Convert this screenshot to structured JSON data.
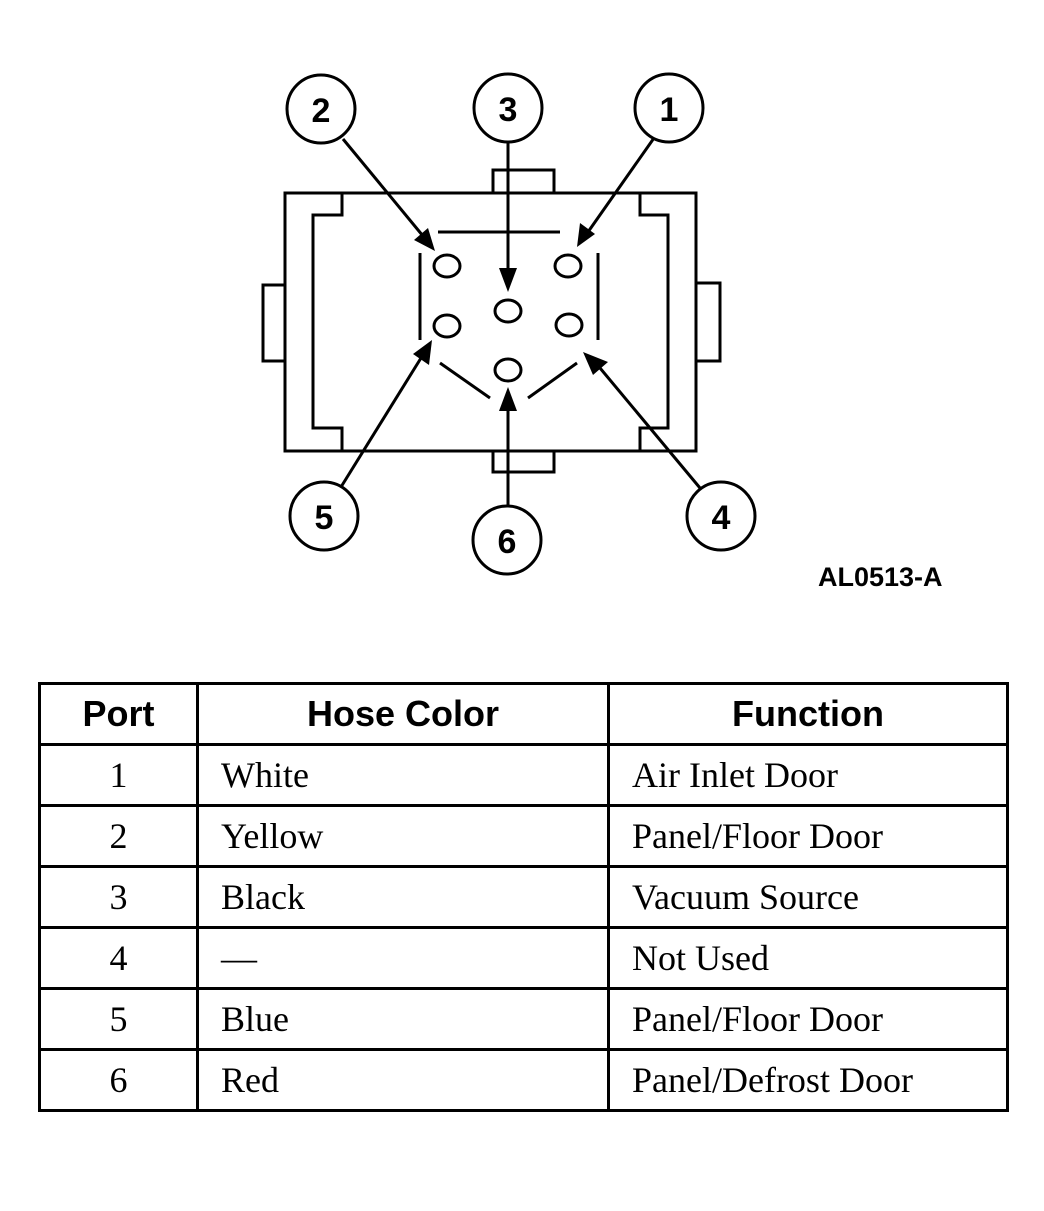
{
  "diagram": {
    "callouts": [
      "1",
      "2",
      "3",
      "4",
      "5",
      "6"
    ],
    "figure_id": "AL0513-A"
  },
  "table": {
    "headers": [
      "Port",
      "Hose Color",
      "Function"
    ],
    "rows": [
      [
        "1",
        "White",
        "Air Inlet Door"
      ],
      [
        "2",
        "Yellow",
        "Panel/Floor Door"
      ],
      [
        "3",
        "Black",
        "Vacuum Source"
      ],
      [
        "4",
        "—",
        "Not Used"
      ],
      [
        "5",
        "Blue",
        "Panel/Floor Door"
      ],
      [
        "6",
        "Red",
        "Panel/Defrost Door"
      ]
    ]
  }
}
